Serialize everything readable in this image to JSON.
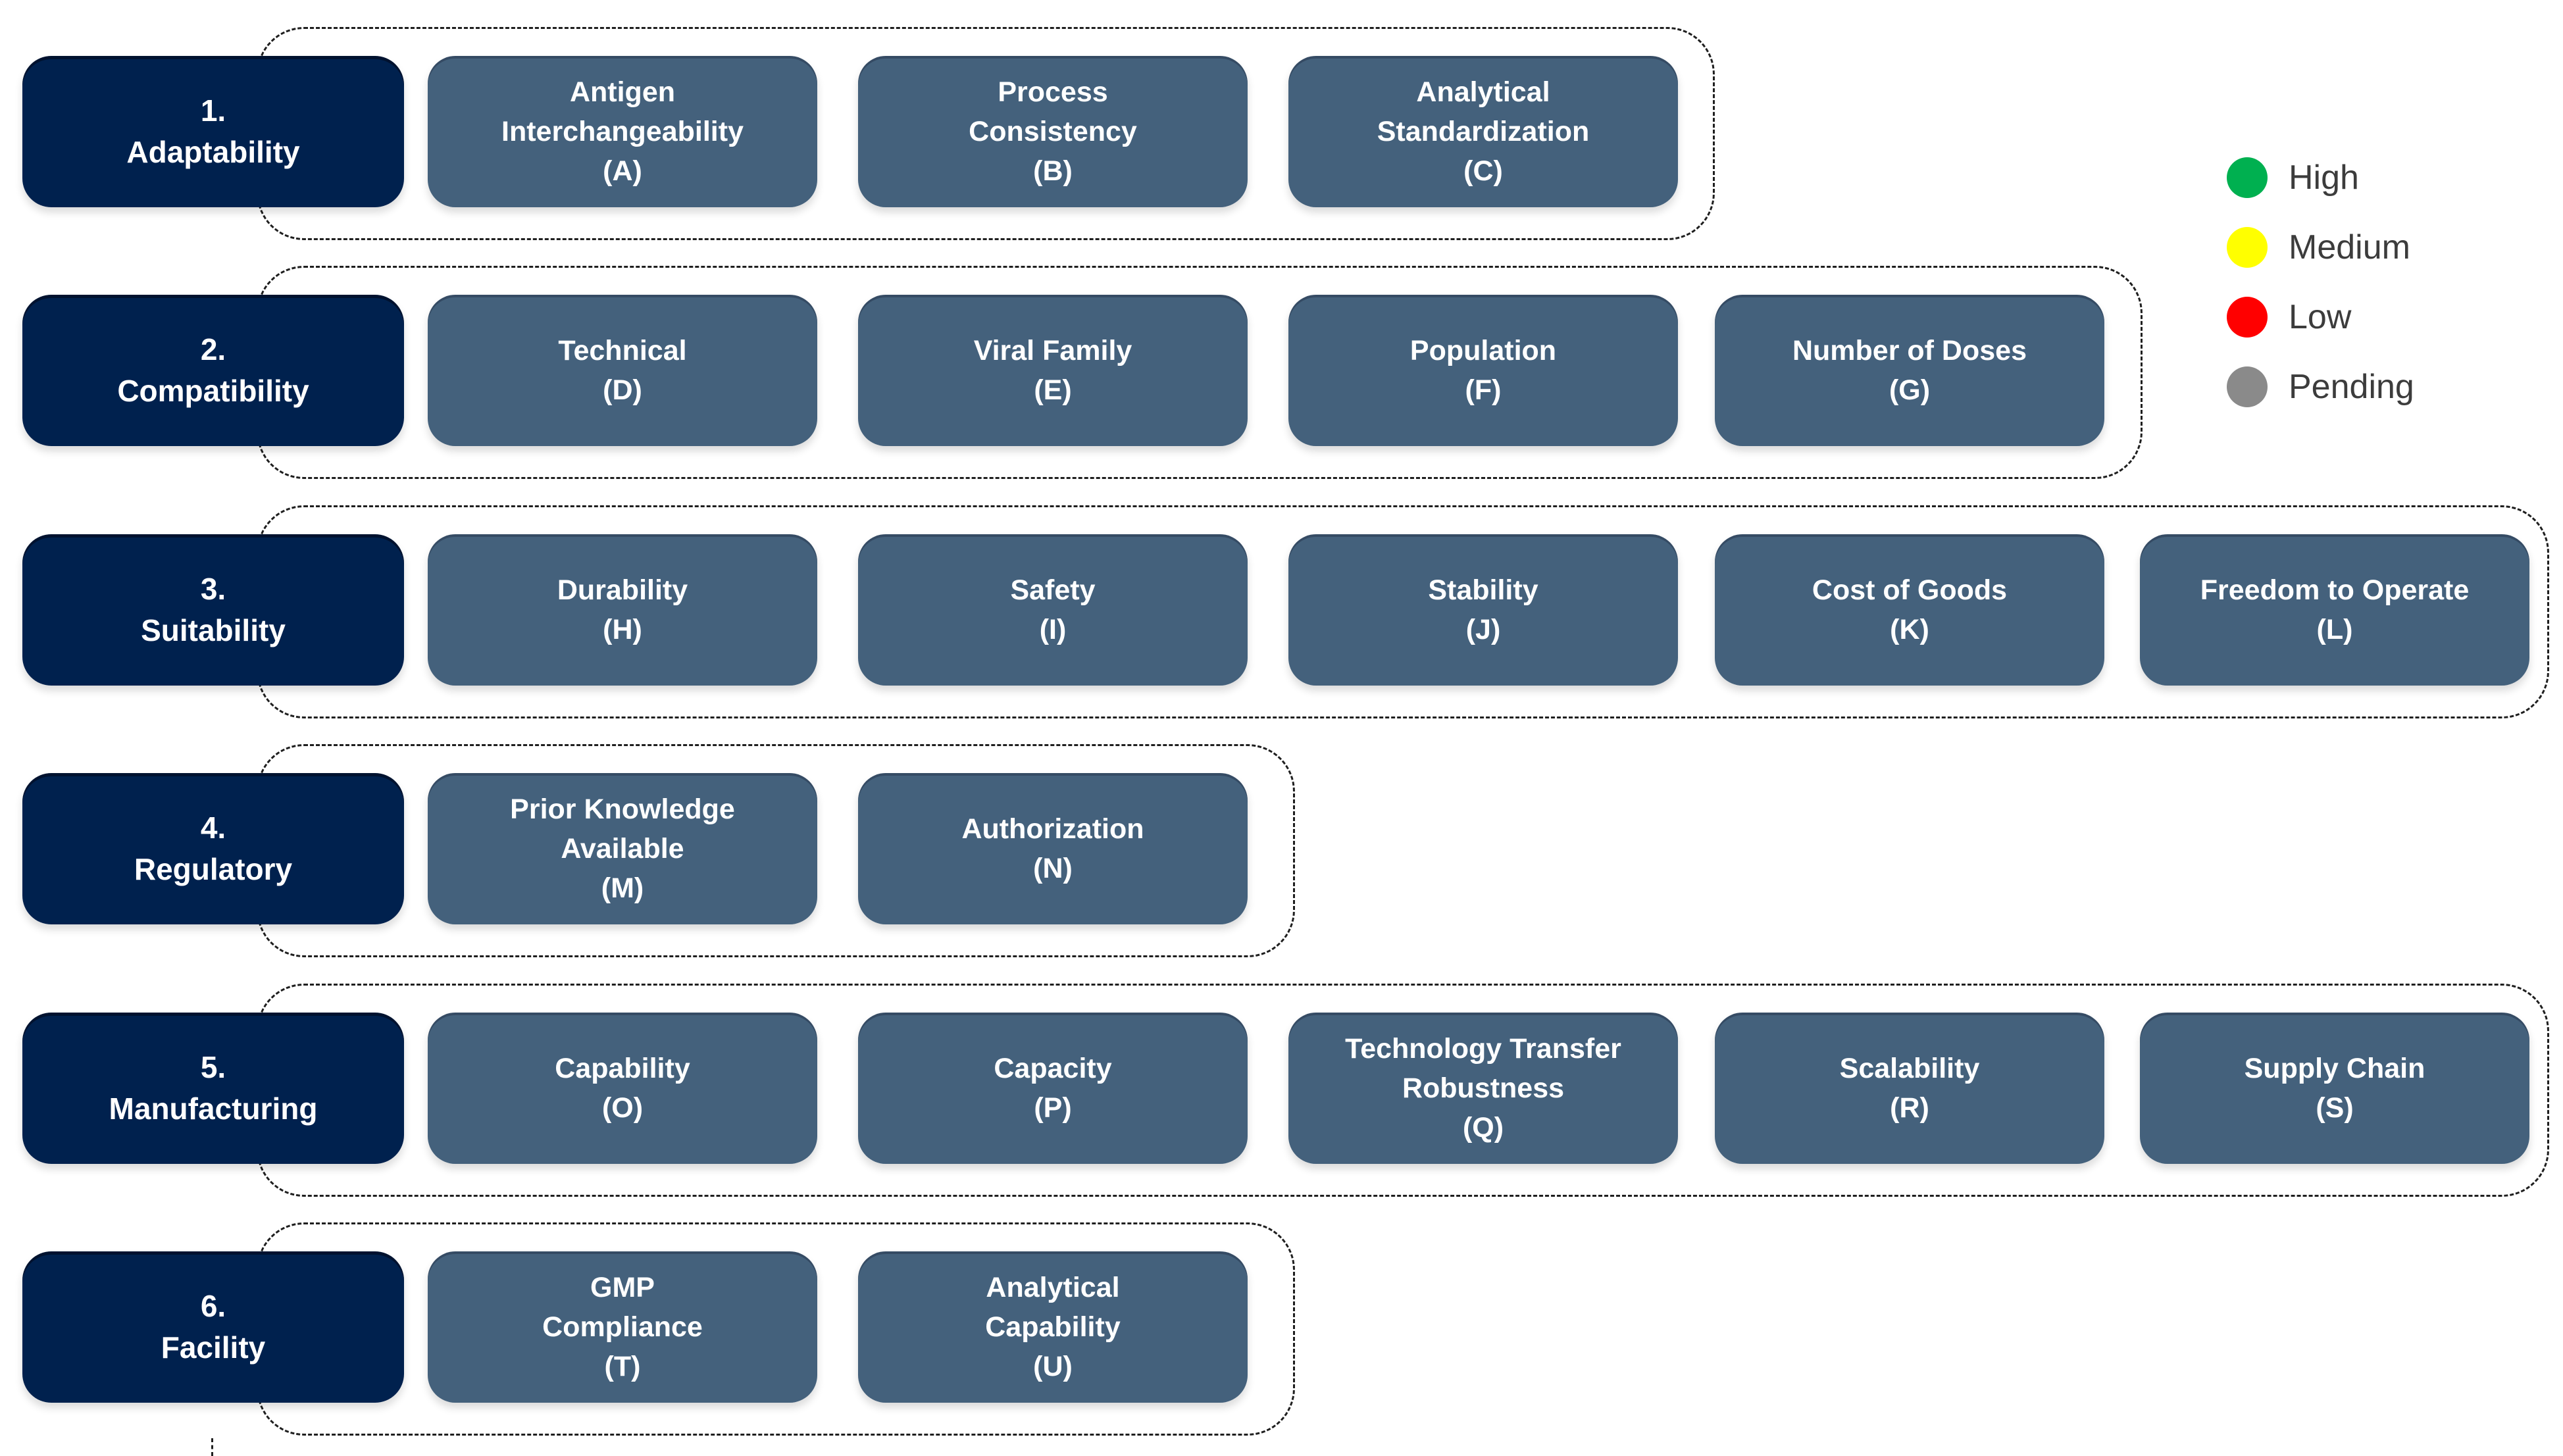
{
  "legend": {
    "items": [
      {
        "label": "High",
        "color": "#00B050"
      },
      {
        "label": "Medium",
        "color": "#FFFF00"
      },
      {
        "label": "Low",
        "color": "#FF0000"
      },
      {
        "label": "Pending",
        "color": "#8A8A8A"
      }
    ]
  },
  "categories": [
    {
      "number": "1.",
      "name": "Adaptability",
      "items": [
        {
          "name": "Antigen\nInterchangeability",
          "code": "(A)"
        },
        {
          "name": "Process\nConsistency",
          "code": "(B)"
        },
        {
          "name": "Analytical\nStandardization",
          "code": "(C)"
        }
      ]
    },
    {
      "number": "2.",
      "name": "Compatibility",
      "items": [
        {
          "name": "Technical",
          "code": "(D)"
        },
        {
          "name": "Viral Family",
          "code": "(E)"
        },
        {
          "name": "Population",
          "code": "(F)"
        },
        {
          "name": "Number of Doses",
          "code": "(G)"
        }
      ]
    },
    {
      "number": "3.",
      "name": "Suitability",
      "items": [
        {
          "name": "Durability",
          "code": "(H)"
        },
        {
          "name": "Safety",
          "code": "(I)"
        },
        {
          "name": "Stability",
          "code": "(J)"
        },
        {
          "name": "Cost of Goods",
          "code": "(K)"
        },
        {
          "name": "Freedom to Operate",
          "code": "(L)"
        }
      ]
    },
    {
      "number": "4.",
      "name": "Regulatory",
      "items": [
        {
          "name": "Prior Knowledge\nAvailable",
          "code": "(M)"
        },
        {
          "name": "Authorization",
          "code": "(N)"
        }
      ]
    },
    {
      "number": "5.",
      "name": "Manufacturing",
      "items": [
        {
          "name": "Capability",
          "code": "(O)"
        },
        {
          "name": "Capacity",
          "code": "(P)"
        },
        {
          "name": "Technology Transfer\nRobustness",
          "code": "(Q)"
        },
        {
          "name": "Scalability",
          "code": "(R)"
        },
        {
          "name": "Supply Chain",
          "code": "(S)"
        }
      ]
    },
    {
      "number": "6.",
      "name": "Facility",
      "items": [
        {
          "name": "GMP\nCompliance",
          "code": "(T)"
        },
        {
          "name": "Analytical\nCapability",
          "code": "(U)"
        }
      ]
    }
  ],
  "colors": {
    "category_fill": "#00214E",
    "item_fill": "#44617C",
    "dash": "#1F1F1F",
    "box_text": "#FFFFFF",
    "legend_text": "#3C3C3C"
  }
}
